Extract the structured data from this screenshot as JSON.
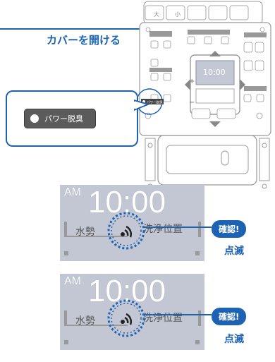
{
  "header": {
    "title": "カバーを開ける"
  },
  "callout": {
    "button_label": "パワー脱臭"
  },
  "remote": {
    "mini_label_power": "パワー脱臭",
    "tab_labels": [
      "大",
      "小",
      "",
      "",
      ""
    ],
    "display_time": "10:00"
  },
  "displays": [
    {
      "am": "AM",
      "time": "10:00",
      "left_label": "水勢",
      "right_label": "洗浄位置",
      "badge": "確認!",
      "status": "点滅"
    },
    {
      "am": "AM",
      "time": "10:00",
      "left_label": "水勢",
      "right_label": "洗浄位置",
      "badge": "確認!",
      "status": "点滅"
    }
  ],
  "colors": {
    "accent": "#1d63b3",
    "lcd": "#c4c8d4",
    "button_dark": "#5b5b5b"
  }
}
